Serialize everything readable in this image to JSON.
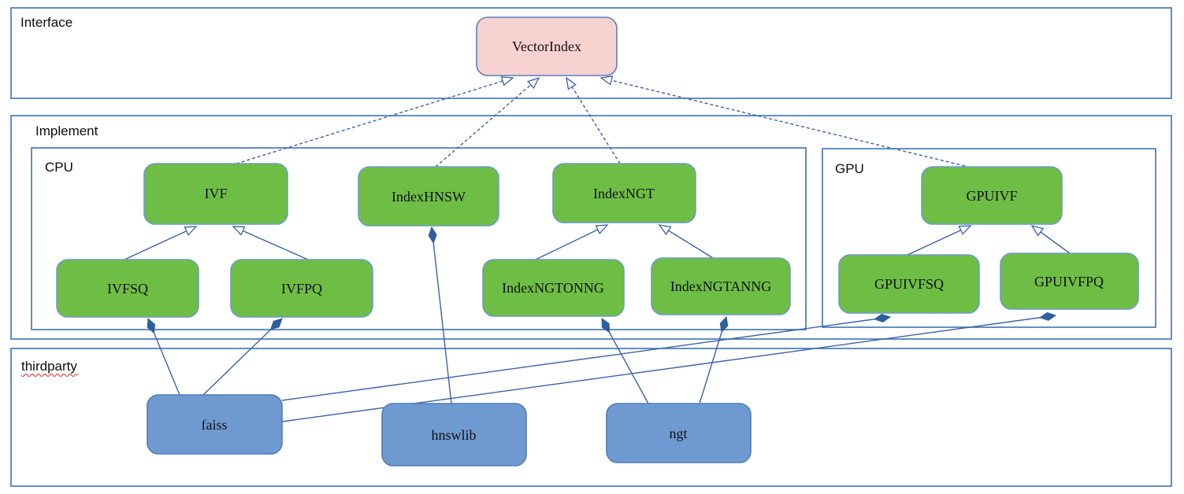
{
  "theme": {
    "container-border": "#3a72b9",
    "edge-color": "#3b62a9",
    "diamond-fill": "#2e5f9e",
    "pink-fill": "#f8d2d0",
    "pink-stroke": "#5b7fb5",
    "green-fill": "#6ebe45",
    "green-stroke": "#6d9bc8",
    "blue-fill": "#6f9ad1",
    "blue-stroke": "#4f7cb8",
    "squiggle-red": "#d42a20"
  },
  "diagram": {
    "containers": {
      "interface": {
        "label": "Interface"
      },
      "implement": {
        "label": "Implement"
      },
      "cpu": {
        "label": "CPU"
      },
      "gpu": {
        "label": "GPU"
      },
      "thirdparty": {
        "label": "thirdparty"
      }
    },
    "nodes": {
      "vectorindex": {
        "label": "VectorIndex",
        "color": "pink"
      },
      "ivf": {
        "label": "IVF",
        "color": "green"
      },
      "indexhnsw": {
        "label": "IndexHNSW",
        "color": "green"
      },
      "indexngt": {
        "label": "IndexNGT",
        "color": "green"
      },
      "gpuivf": {
        "label": "GPUIVF",
        "color": "green"
      },
      "ivfsq": {
        "label": "IVFSQ",
        "color": "green"
      },
      "ivfpq": {
        "label": "IVFPQ",
        "color": "green"
      },
      "indexngtonng": {
        "label": "IndexNGTONNG",
        "color": "green"
      },
      "indexngtanng": {
        "label": "IndexNGTANNG",
        "color": "green"
      },
      "gpuivfsq": {
        "label": "GPUIVFSQ",
        "color": "green"
      },
      "gpuivfpq": {
        "label": "GPUIVFPQ",
        "color": "green"
      },
      "faiss": {
        "label": "faiss",
        "color": "blue"
      },
      "hnswlib": {
        "label": "hnswlib",
        "color": "blue"
      },
      "ngt": {
        "label": "ngt",
        "color": "blue"
      }
    },
    "edges": [
      {
        "from": "IVF",
        "to": "VectorIndex",
        "type": "realization"
      },
      {
        "from": "IndexHNSW",
        "to": "VectorIndex",
        "type": "realization"
      },
      {
        "from": "IndexNGT",
        "to": "VectorIndex",
        "type": "realization"
      },
      {
        "from": "GPUIVF",
        "to": "VectorIndex",
        "type": "realization"
      },
      {
        "from": "IVFSQ",
        "to": "IVF",
        "type": "generalization"
      },
      {
        "from": "IVFPQ",
        "to": "IVF",
        "type": "generalization"
      },
      {
        "from": "IndexNGTONNG",
        "to": "IndexNGT",
        "type": "generalization"
      },
      {
        "from": "IndexNGTANNG",
        "to": "IndexNGT",
        "type": "generalization"
      },
      {
        "from": "GPUIVFSQ",
        "to": "GPUIVF",
        "type": "generalization"
      },
      {
        "from": "GPUIVFPQ",
        "to": "GPUIVF",
        "type": "generalization"
      },
      {
        "from": "faiss",
        "to": "IVFSQ",
        "type": "composition"
      },
      {
        "from": "faiss",
        "to": "IVFPQ",
        "type": "composition"
      },
      {
        "from": "faiss",
        "to": "GPUIVFSQ",
        "type": "composition"
      },
      {
        "from": "faiss",
        "to": "GPUIVFPQ",
        "type": "composition"
      },
      {
        "from": "hnswlib",
        "to": "IndexHNSW",
        "type": "composition"
      },
      {
        "from": "ngt",
        "to": "IndexNGTONNG",
        "type": "composition"
      },
      {
        "from": "ngt",
        "to": "IndexNGTANNG",
        "type": "composition"
      }
    ]
  }
}
